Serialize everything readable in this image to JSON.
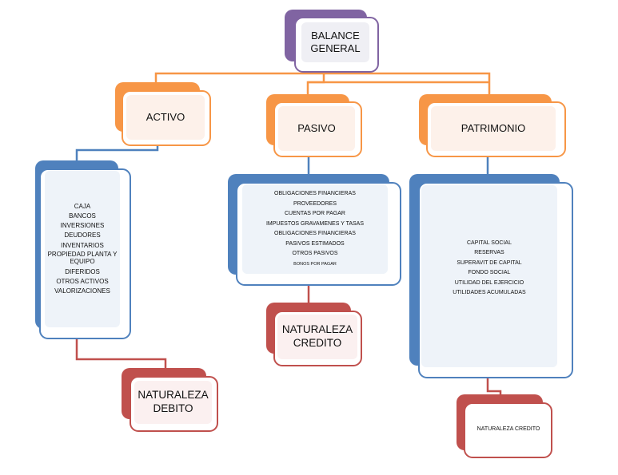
{
  "root": {
    "label_line1": "BALANCE",
    "label_line2": "GENERAL"
  },
  "activo": {
    "title": "ACTIVO",
    "items": [
      "CAJA",
      "BANCOS",
      "INVERSIONES",
      "DEUDORES",
      "INVENTARIOS",
      "PROPIEDAD PLANTA Y",
      "EQUIPO",
      "DIFERIDOS",
      "OTROS ACTIVOS",
      "VALORIZACIONES"
    ],
    "naturaleza_line1": "NATURALEZA",
    "naturaleza_line2": "DEBITO"
  },
  "pasivo": {
    "title": "PASIVO",
    "items": [
      "OBLIGACIONES  FINANCIERAS",
      "PROVEEDORES",
      "CUENTAS POR PAGAR",
      "IMPUESTOS GRAVAMENES Y TASAS",
      "OBLIGACIONES  FINANCIERAS",
      "PASIVOS  ESTIMADOS",
      "OTROS PASIVOS",
      "BONOS POR PAGAR"
    ],
    "naturaleza_line1": "NATURALEZA",
    "naturaleza_line2": "CREDITO"
  },
  "patrimonio": {
    "title": "PATRIMONIO",
    "items": [
      "CAPITAL SOCIAL",
      "RESERVAS",
      "SUPERAVIT DE CAPITAL",
      "FONDO SOCIAL",
      "UTILIDAD DEL EJERCICIO",
      "UTILIDADES ACUMULADAS"
    ],
    "naturaleza": "NATURALEZA CREDITO"
  },
  "colors": {
    "purple": "#8064a2",
    "orange": "#f79646",
    "blue": "#4f81bd",
    "red": "#c0504d"
  }
}
